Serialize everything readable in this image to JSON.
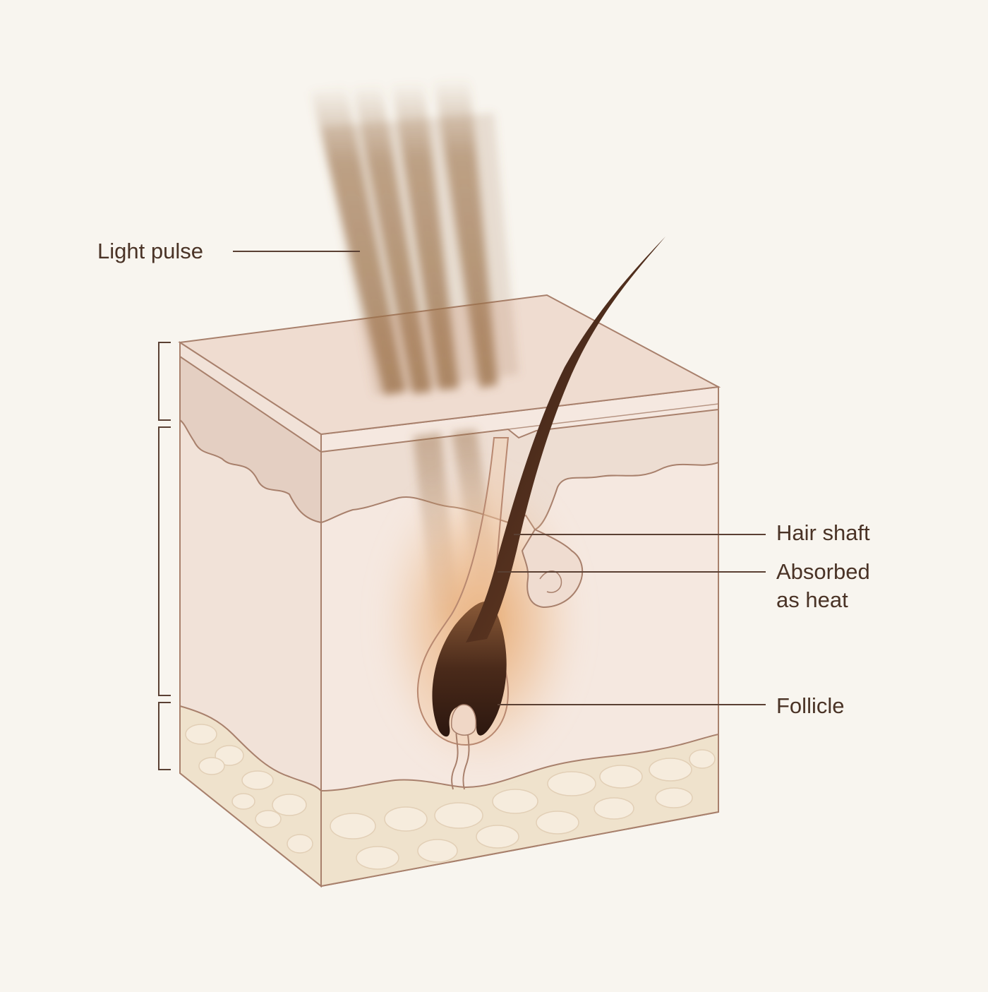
{
  "labels": {
    "light_pulse": "Light pulse",
    "hair_shaft": "Hair shaft",
    "absorbed_line1": "Absorbed",
    "absorbed_line2": "as heat",
    "follicle": "Follicle"
  },
  "colors": {
    "background": "#f8f5ef",
    "outline": "#a8806c",
    "label_text": "#4a3326",
    "leader_line": "#5a4033",
    "epidermis": "#ead7cb",
    "dermis": "#f3e4db",
    "fat": "#efe2cc",
    "light_beam": "#9a7048",
    "hair": "#3a2016",
    "heat_glow": "#e49a55"
  },
  "icons": {
    "beam": "light-beam-rays",
    "hair": "hair-strand",
    "bracket": "layer-bracket"
  }
}
